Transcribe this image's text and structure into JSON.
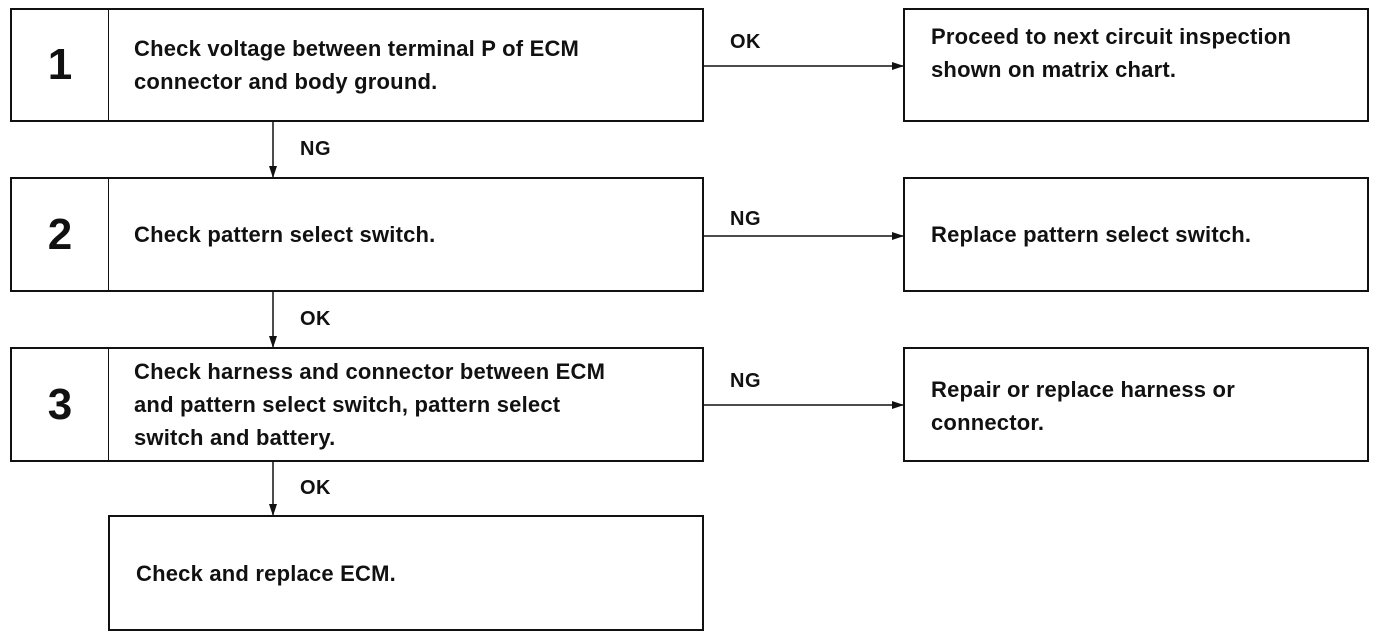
{
  "steps": [
    {
      "number": "1",
      "text": "Check voltage between terminal P of ECM\nconnector and body ground."
    },
    {
      "number": "2",
      "text": "Check pattern select switch."
    },
    {
      "number": "3",
      "text": "Check harness and connector between ECM\nand pattern select switch, pattern select\nswitch and battery."
    }
  ],
  "final_step": {
    "text": "Check and replace ECM."
  },
  "outcomes": [
    {
      "text": "Proceed to next circuit inspection\nshown on matrix chart."
    },
    {
      "text": "Replace pattern select switch."
    },
    {
      "text": "Repair or replace harness or\nconnector."
    }
  ],
  "labels": {
    "step1_right": "OK",
    "step1_down": "NG",
    "step2_right": "NG",
    "step2_down": "OK",
    "step3_right": "NG",
    "step3_down": "OK"
  }
}
